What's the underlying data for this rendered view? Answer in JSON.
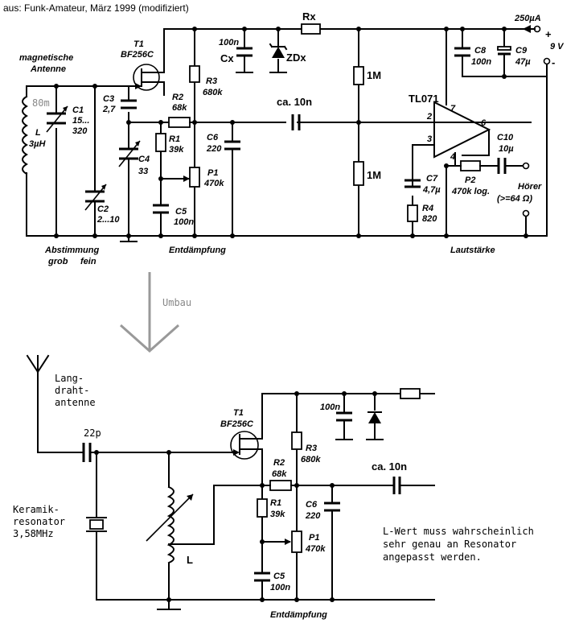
{
  "header": {
    "source": "aus: Funk-Amateur, März 1999 (modifiziert)"
  },
  "top": {
    "antenna_label": [
      "magnetische",
      "Antenne"
    ],
    "band": "80m",
    "L": [
      "L",
      "3µH"
    ],
    "C1": [
      "C1",
      "15...",
      "320"
    ],
    "C2": [
      "C2",
      "2...10"
    ],
    "C3": [
      "C3",
      "2,7"
    ],
    "C4": [
      "C4",
      "33"
    ],
    "C5": [
      "C5",
      "100n"
    ],
    "C6": [
      "C6",
      "220"
    ],
    "T1": [
      "T1",
      "BF256C"
    ],
    "R1": [
      "R1",
      "39k"
    ],
    "R2": [
      "R2",
      "68k"
    ],
    "R3": [
      "R3",
      "680k"
    ],
    "P1": [
      "P1",
      "470k"
    ],
    "Cx": [
      "100n",
      "Cx"
    ],
    "ZD": "ZDx",
    "Rx": "Rx",
    "coupling": "ca. 10n",
    "M1a": "1M",
    "M1b": "1M",
    "opamp": "TL071",
    "pins": [
      "2",
      "3",
      "4",
      "6",
      "7"
    ],
    "C7": [
      "C7",
      "4,7µ"
    ],
    "R4": [
      "R4",
      "820"
    ],
    "P2": [
      "P2",
      "470k log."
    ],
    "C8": [
      "C8",
      "100n"
    ],
    "C9": [
      "C9",
      "47µ"
    ],
    "C10": [
      "C10",
      "10µ"
    ],
    "supply": [
      "250µA",
      "+",
      "9 V",
      "-"
    ],
    "phones": [
      "Hörer",
      "(>=64 Ω)"
    ],
    "tuning": [
      "Abstimmung",
      "grob",
      "fein"
    ],
    "damping": "Entdämpfung",
    "volume": "Lautstärke"
  },
  "transition": "Umbau",
  "bottom": {
    "antenna_label": [
      "Lang-",
      "draht-",
      "antenne"
    ],
    "cin": "22p",
    "resonator": [
      "Keramik-",
      "resonator",
      "3,58MHz"
    ],
    "L": "L",
    "T1": [
      "T1",
      "BF256C"
    ],
    "R1": [
      "R1",
      "39k"
    ],
    "R2": [
      "R2",
      "68k"
    ],
    "R3": [
      "R3",
      "680k"
    ],
    "P1": [
      "P1",
      "470k"
    ],
    "C5": [
      "C5",
      "100n"
    ],
    "C6": [
      "C6",
      "220"
    ],
    "cap100n": "100n",
    "coupling": "ca. 10n",
    "note": [
      "L-Wert muss wahrscheinlich",
      "sehr genau an Resonator",
      "angepasst werden."
    ],
    "damping": "Entdämpfung"
  }
}
